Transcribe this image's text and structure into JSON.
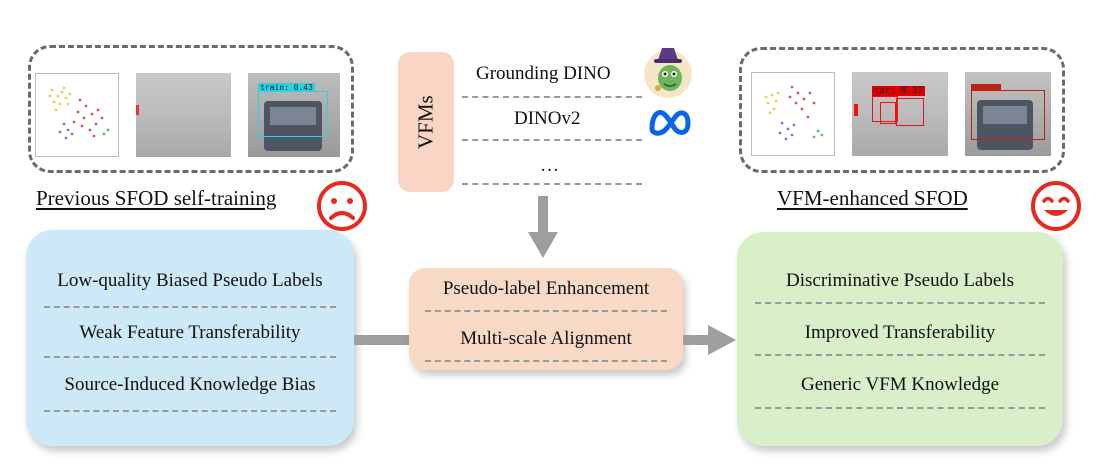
{
  "left": {
    "caption": "Previous SFOD self-training",
    "detection_label": "train: 0.43",
    "items": [
      "Low-quality Biased Pseudo Labels",
      "Weak Feature Transferability",
      "Source-Induced Knowledge Bias"
    ]
  },
  "center": {
    "vfm_label": "VFMs",
    "models": [
      "Grounding DINO",
      "DINOv2",
      "…"
    ],
    "items": [
      "Pseudo-label Enhancement",
      "Multi-scale Alignment"
    ]
  },
  "right": {
    "caption": "VFM-enhanced SFOD",
    "detection_label": "car: 0.37",
    "items": [
      "Discriminative Pseudo Labels",
      "Improved Transferability",
      "Generic VFM Knowledge"
    ]
  },
  "icons": [
    "sad-face-icon",
    "happy-face-icon",
    "grounding-dino-logo-icon",
    "meta-logo-icon"
  ],
  "colors": {
    "left_panel": "#cde8f6",
    "center_panel": "#f8d9c6",
    "right_panel": "#d8efc9",
    "vfm_box": "#f8d5c4",
    "arrow": "#9e9e9e",
    "face": "#e62a1e"
  }
}
